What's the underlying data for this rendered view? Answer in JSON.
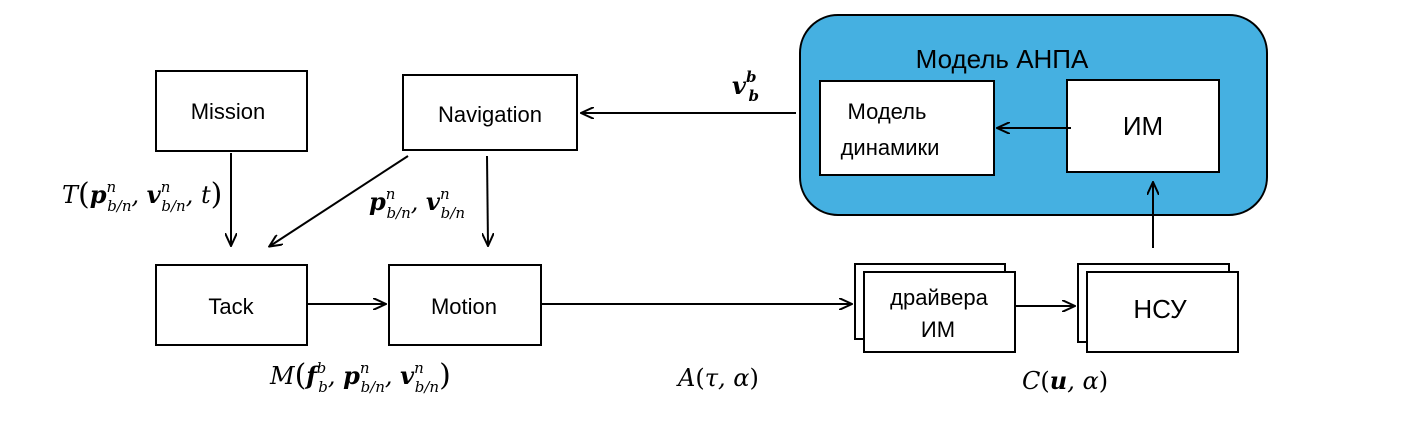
{
  "colors": {
    "group_fill": "#45b0e1",
    "stroke": "#000000",
    "box_fill": "#ffffff"
  },
  "group": {
    "title": "Модель АНПА"
  },
  "nodes": {
    "mission": "Mission",
    "navigation": "Navigation",
    "tack": "Tack",
    "motion": "Motion",
    "dynamics_line1": "Модель",
    "dynamics_line2": "динамики",
    "im": "ИМ",
    "drivers_line1": "драйвера",
    "drivers_line2": "ИМ",
    "nsu": "НСУ"
  },
  "labels": {
    "T": {
      "fn": "T",
      "args_bold": [
        "p",
        "v"
      ],
      "sup": "n",
      "sub": "b/n",
      "extra": "t"
    },
    "nav_out": {
      "args_bold": [
        "p",
        "v"
      ],
      "sup": "n",
      "sub": "b/n"
    },
    "M": {
      "fn": "M",
      "f_sup": "b",
      "f_sub": "b",
      "args_bold": [
        "f",
        "p",
        "v"
      ],
      "sup": "n",
      "sub": "b/n"
    },
    "A": {
      "fn": "A",
      "args": [
        "τ",
        "α"
      ]
    },
    "C": {
      "fn": "C",
      "args_bold": [
        "u"
      ],
      "args": [
        "α"
      ]
    },
    "vbb": {
      "sym": "v",
      "sup": "b",
      "sub": "b"
    }
  }
}
